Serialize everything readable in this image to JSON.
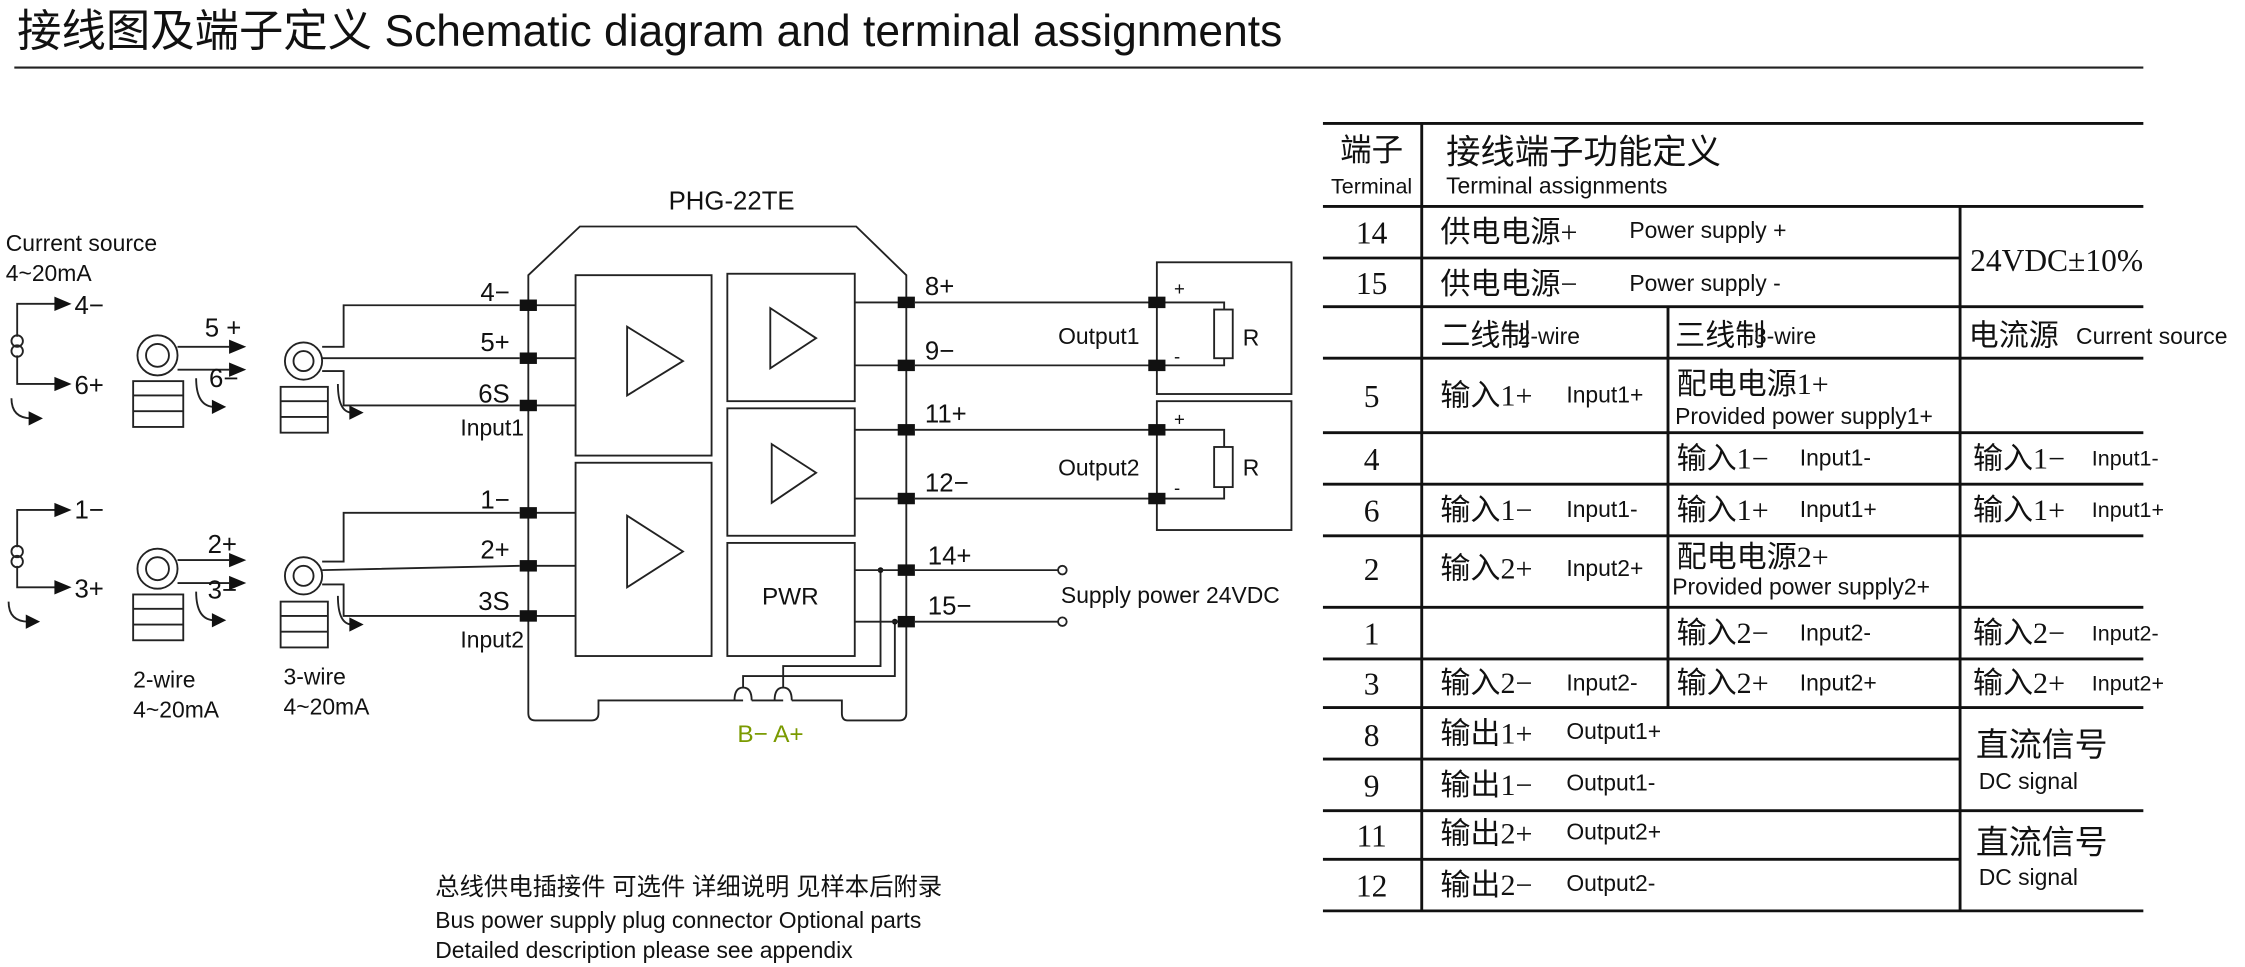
{
  "title": "接线图及端子定义  Schematic diagram and terminal assignments",
  "diagram": {
    "model": "PHG-22TE",
    "current_source": "Current source",
    "current_range": "4~20mA",
    "two_wire": "2-wire",
    "two_wire_range": "4~20mA",
    "three_wire": "3-wire",
    "three_wire_range": "4~20mA",
    "src_labels": [
      "4−",
      "6+",
      "1−",
      "3+"
    ],
    "two_wire_labels": [
      "5 +",
      "6−",
      "2+",
      "3−"
    ],
    "input_terminals": [
      "4−",
      "5+",
      "6S",
      "1−",
      "2+",
      "3S"
    ],
    "input1": "Input1",
    "input2": "Input2",
    "output_terminals": [
      "8+",
      "9−",
      "11+",
      "12−",
      "14+",
      "15−"
    ],
    "output1": "Output1",
    "output2": "Output2",
    "load_plus": "+",
    "load_minus": "-",
    "resistor": "R",
    "pwr": "PWR",
    "supply": "Supply power 24VDC",
    "bus": "B− A+",
    "bus_color": "#7a9a00",
    "notes": [
      "总线供电插接件  可选件  详细说明  见样本后附录",
      "Bus power supply plug connector  Optional parts",
      "Detailed description please see appendix"
    ]
  },
  "table": {
    "h_terminal_cn": "端子",
    "h_terminal_en": "Terminal",
    "h_assign_cn": "接线端子功能定义",
    "h_assign_en": "Terminal assignments",
    "power": [
      {
        "terminal": "14",
        "cn": "供电电源+",
        "en": "Power supply +"
      },
      {
        "terminal": "15",
        "cn": "供电电源−",
        "en": "Power supply  -"
      }
    ],
    "power_spec": "24VDC±10%",
    "sub_headers": [
      {
        "cn": "二线制",
        "en": "2-wire"
      },
      {
        "cn": "三线制",
        "en": "3-wire"
      },
      {
        "cn": "电流源",
        "en": "Current source"
      }
    ],
    "input_rows": [
      {
        "terminal": "5",
        "c1": "输入1+",
        "c1en": "Input1+",
        "c2": "配电电源1+",
        "c2en": "Provided power supply1+",
        "c3": "",
        "c3en": ""
      },
      {
        "terminal": "4",
        "c1": "",
        "c1en": "",
        "c2": "输入1−",
        "c2en": "Input1-",
        "c3": "输入1−",
        "c3en": "Input1-"
      },
      {
        "terminal": "6",
        "c1": "输入1−",
        "c1en": "Input1-",
        "c2": "输入1+",
        "c2en": "Input1+",
        "c3": "输入1+",
        "c3en": "Input1+"
      },
      {
        "terminal": "2",
        "c1": "输入2+",
        "c1en": "Input2+",
        "c2": "配电电源2+",
        "c2en": "Provided power supply2+",
        "c3": "",
        "c3en": ""
      },
      {
        "terminal": "1",
        "c1": "",
        "c1en": "",
        "c2": "输入2−",
        "c2en": "Input2-",
        "c3": "输入2−",
        "c3en": "Input2-"
      },
      {
        "terminal": "3",
        "c1": "输入2−",
        "c1en": "Input2-",
        "c2": "输入2+",
        "c2en": "Input2+",
        "c3": "输入2+",
        "c3en": "Input2+"
      }
    ],
    "output_rows": [
      {
        "terminal": "8",
        "cn": "输出1+",
        "en": "Output1+"
      },
      {
        "terminal": "9",
        "cn": "输出1−",
        "en": "Output1-"
      },
      {
        "terminal": "11",
        "cn": "输出2+",
        "en": "Output2+"
      },
      {
        "terminal": "12",
        "cn": "输出2−",
        "en": "Output2-"
      }
    ],
    "dc_signal": [
      {
        "cn": "直流信号",
        "en": "DC signal"
      },
      {
        "cn": "直流信号",
        "en": "DC signal"
      }
    ]
  }
}
